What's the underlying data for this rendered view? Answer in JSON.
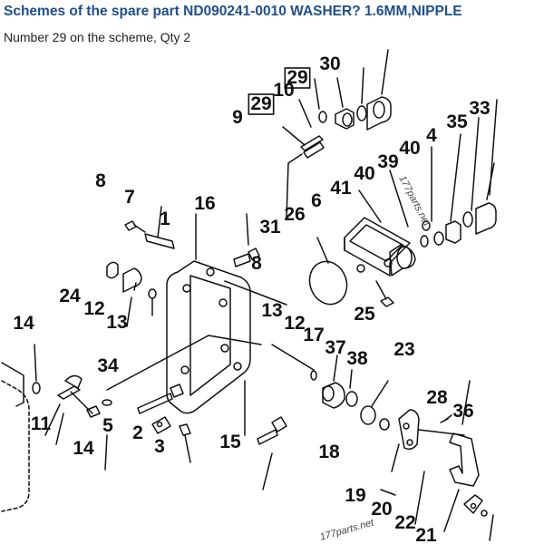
{
  "header": {
    "title": "Schemes of the spare part ND090241-0010 WASHER? 1.6MM,NIPPLE",
    "subtitle": "Number 29 on the scheme, Qty 2"
  },
  "colors": {
    "title": "#1f4f8c",
    "lines": "#111111"
  },
  "diagram": {
    "labels": [
      "29",
      "30",
      "10",
      "29",
      "9",
      "33",
      "35",
      "4",
      "40",
      "39",
      "40",
      "41",
      "6",
      "26",
      "31",
      "16",
      "8",
      "7",
      "1",
      "8",
      "24",
      "12",
      "13",
      "13",
      "12",
      "25",
      "14",
      "17",
      "37",
      "38",
      "23",
      "34",
      "11",
      "5",
      "14",
      "2",
      "3",
      "15",
      "18",
      "28",
      "36",
      "19",
      "20",
      "22",
      "21"
    ],
    "boxed": [
      "29"
    ],
    "watermarks": [
      "177parts.net",
      "177parts.net"
    ]
  }
}
